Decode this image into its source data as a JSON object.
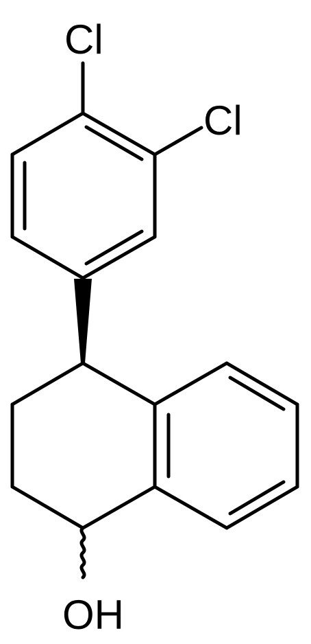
{
  "molecule": {
    "atoms": {
      "cl_top": "Cl",
      "cl_right": "Cl",
      "hydroxyl": "OH"
    },
    "stereo": {
      "wedge_bond": "solid-wedge",
      "wavy_bond": "undefined-stereo"
    },
    "colors": {
      "bond": "#000000",
      "background": "#ffffff"
    }
  }
}
